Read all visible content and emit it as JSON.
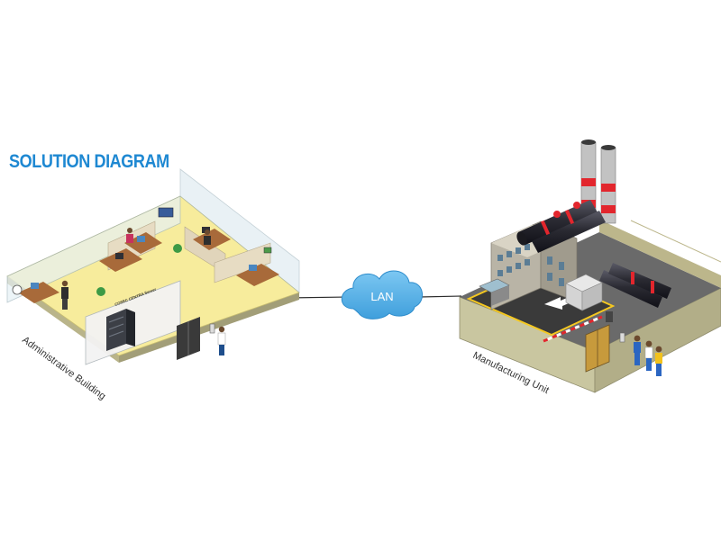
{
  "title": "SOLUTION DIAGRAM",
  "network_label": "LAN",
  "nodes": {
    "admin": {
      "label": "Administrative Building"
    },
    "factory": {
      "label": "Manufacturing Unit"
    }
  },
  "server_rack_label": "COSEC CENTRA Server",
  "colors": {
    "title": "#1e88d2",
    "cloud": "#5ab4ea",
    "floor": "#f7ec9c",
    "ground": "#c9c6a0",
    "chimney_stripe": "#e2262d",
    "pipes": "#2b2b33"
  }
}
